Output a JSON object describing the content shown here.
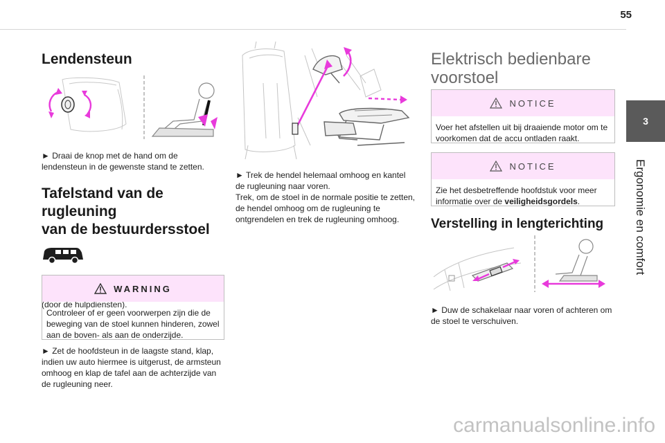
{
  "page": {
    "number": "55"
  },
  "side": {
    "chapter_number": "3",
    "chapter_title": "Ergonomie en comfort"
  },
  "column1": {
    "lendensteun": {
      "title": "Lendensteun",
      "instruction": "► Draai de knop met de hand om de lendensteun in de gewenste stand te zetten."
    },
    "tafelstand": {
      "title_line1": "Tafelstand van de rugleuning",
      "title_line2": "van de bestuurdersstoel",
      "intro": "Aan de bestuurderszijde kunnen door deze stand achterpassagiers uit de auto worden geholpen (door de hulpdiensten).",
      "warning_label": "WARNING",
      "warning_text": "Controleer of er geen voorwerpen zijn die de beweging van de stoel kunnen hinderen, zowel aan de boven- als aan de onderzijde.",
      "step": "► Zet de hoofdsteun in de laagste stand, klap, indien uw auto hiermee is uitgerust, de armsteun omhoog en klap de tafel aan de achterzijde van de rugleuning neer."
    }
  },
  "column2": {
    "step_line1": "► Trek de hendel helemaal omhoog en kantel de rugleuning naar voren.",
    "step_line2": "Trek, om de stoel in de normale positie te zetten, de hendel omhoog om de rugleuning te ontgrendelen en trek de rugleuning omhoog."
  },
  "column3": {
    "title_line1": "Elektrisch bedienbare",
    "title_line2": "voorstoel",
    "notice1_label": "NOTICE",
    "notice1_text": "Voer het afstellen uit bij draaiende motor om te voorkomen dat de accu ontladen raakt.",
    "notice2_label": "NOTICE",
    "notice2_text_before": "Zie het desbetreffende hoofdstuk voor meer informatie over de ",
    "notice2_text_bold": "veiligheidsgordels",
    "notice2_text_after": ".",
    "lengte_title": "Verstelling in lengterichting",
    "lengte_step": "► Duw de schakelaar naar voren of achteren om de stoel te verschuiven."
  },
  "footer": {
    "watermark": "carmanualsonline.info"
  },
  "colors": {
    "accent_magenta": "#e83adb",
    "notice_bg": "#fde3fb",
    "tab_grey": "#5a5a5a"
  },
  "icons": [
    "warning-triangle-icon",
    "notice-triangle-icon",
    "car-van-icon"
  ]
}
